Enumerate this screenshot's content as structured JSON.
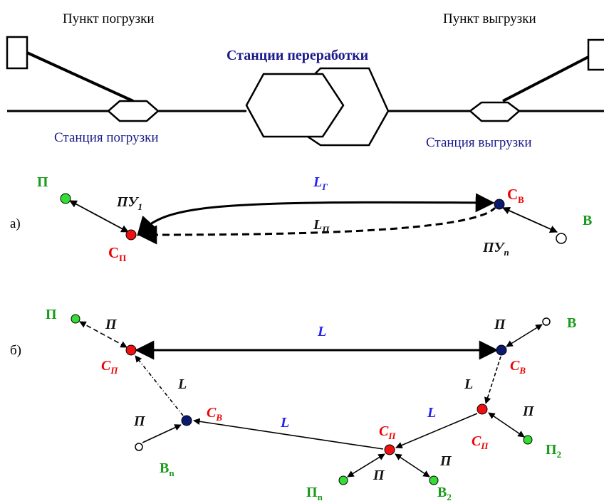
{
  "top": {
    "loading_point": "Пункт погрузки",
    "unloading_point": "Пункт выгрузки",
    "processing_stations": "Станции переработки",
    "loading_station": "Станция погрузки",
    "unloading_station": "Станция выгрузки"
  },
  "diagram_a": {
    "label": "а)",
    "node_p": "П",
    "node_v": "В",
    "c_p": {
      "main": "С",
      "sub": "П"
    },
    "c_v": {
      "main": "С",
      "sub": "В"
    },
    "pu_1": {
      "main": "ПУ",
      "sub": "1"
    },
    "pu_n": {
      "main": "ПУ",
      "sub": "n"
    },
    "l_g": {
      "main": "L",
      "sub": "Г"
    },
    "l_p": {
      "main": "L",
      "sub": "П"
    }
  },
  "diagram_b": {
    "label": "б)",
    "p_top": "П",
    "v_top": "В",
    "c_p1": {
      "main": "С",
      "sub": "П"
    },
    "c_v1": {
      "main": "С",
      "sub": "В"
    },
    "c_v2": {
      "main": "С",
      "sub": "В"
    },
    "c_p2": {
      "main": "С",
      "sub": "П"
    },
    "c_p3": {
      "main": "С",
      "sub": "П"
    },
    "l_top": "L",
    "l_left": "L",
    "l_right": "L",
    "l_mid": "L",
    "l_right2": "L",
    "pi_1": "П",
    "pi_2": "П",
    "pi_3": "П",
    "pi_4": "П",
    "pi_5": "П",
    "pi_6": "П",
    "v_n": {
      "main": "В",
      "sub": "n"
    },
    "p_2": {
      "main": "П",
      "sub": "2"
    },
    "p_n": {
      "main": "П",
      "sub": "n"
    },
    "v_2": {
      "main": "В",
      "sub": "2"
    }
  },
  "colors": {
    "node_red": "#ee1111",
    "node_navy": "#0a1a6e",
    "node_green": "#33dd33",
    "label_blue": "#2222ee",
    "label_green": "#1a9a1a",
    "title_navy": "#1a1a8c"
  }
}
